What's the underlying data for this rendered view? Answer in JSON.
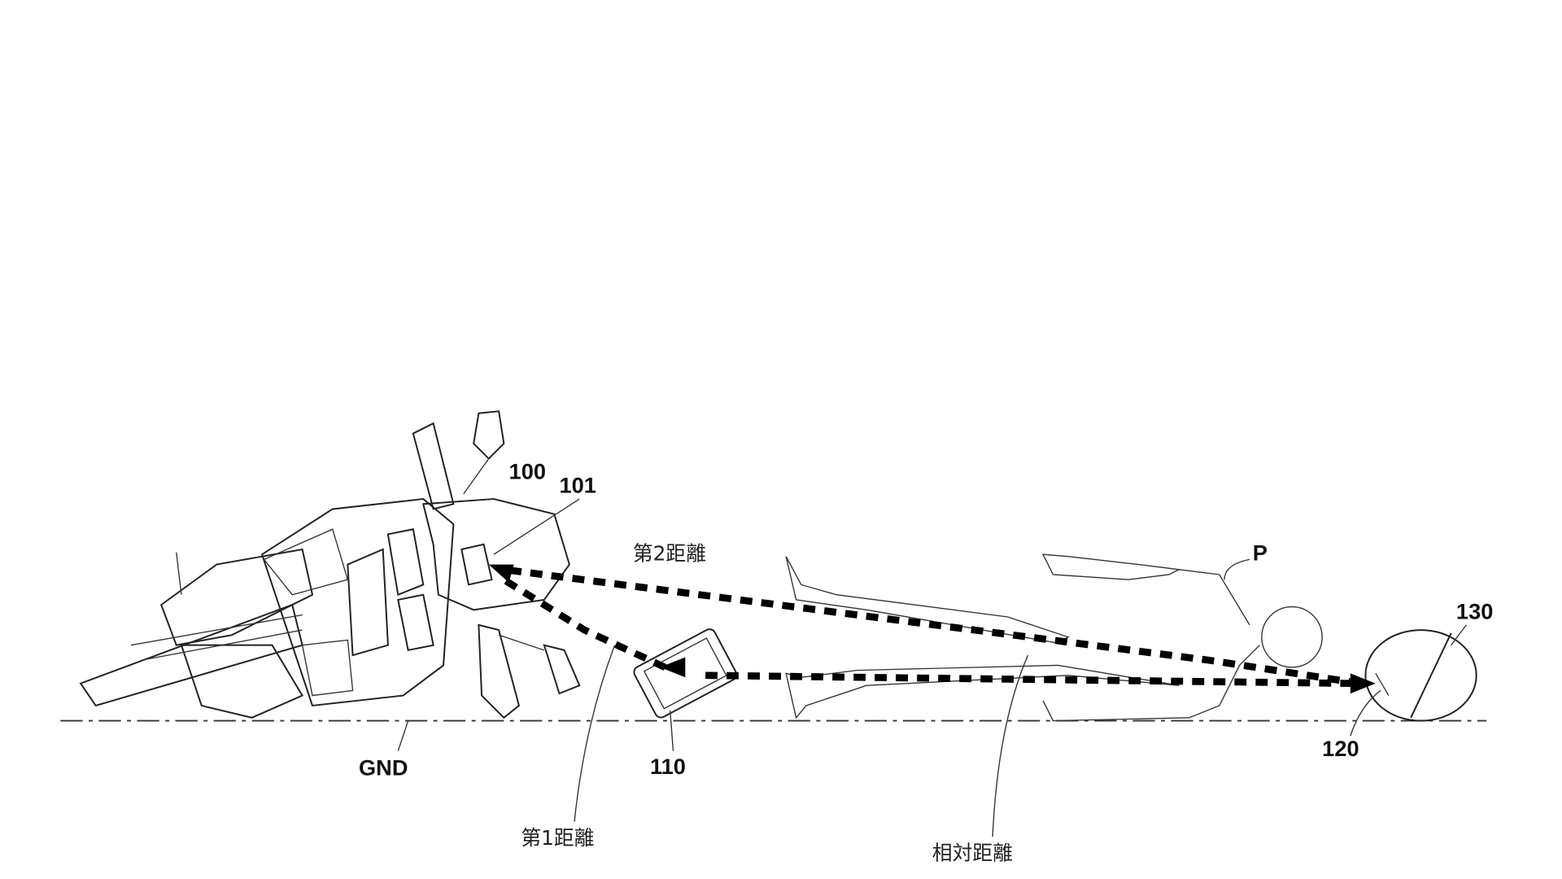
{
  "labels": {
    "vehicle": "100",
    "vehicle_sensor": "101",
    "second_distance": "第2距離",
    "person": "P",
    "helmet": "130",
    "smartphone": "110",
    "helmet_sensor": "120",
    "ground": "GND",
    "first_distance": "第1距離",
    "relative_distance": "相対距離"
  }
}
